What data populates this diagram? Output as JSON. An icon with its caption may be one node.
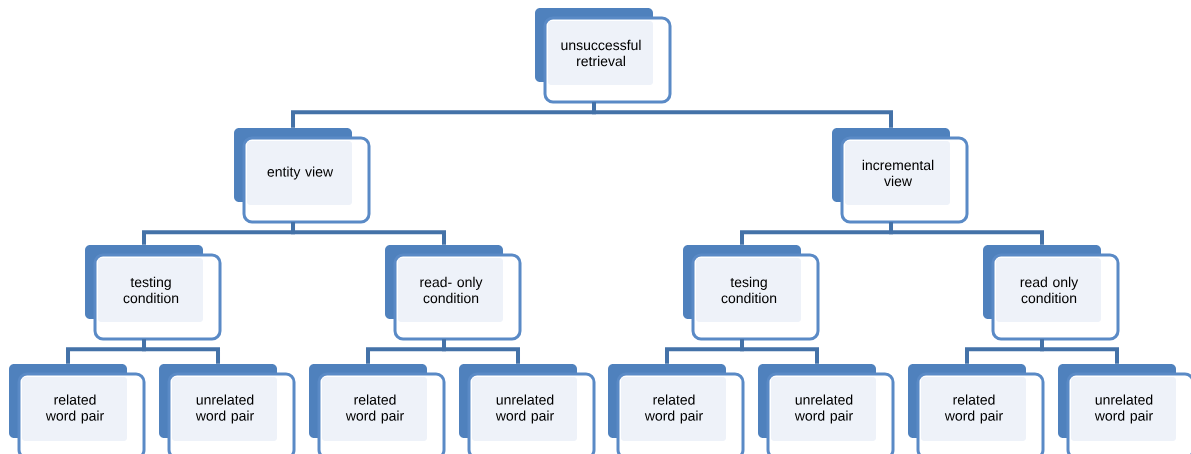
{
  "diagram": {
    "nodes": [
      {
        "text": [
          "unsuccessful retrieval"
        ]
      },
      {
        "text": [
          "entity view"
        ]
      },
      {
        "text": [
          "incremental view"
        ]
      },
      {
        "text": [
          "testing condition"
        ]
      },
      {
        "text": [
          "read- only condition"
        ]
      },
      {
        "text": [
          "tesing condition"
        ]
      },
      {
        "text": [
          "read only condition"
        ]
      },
      {
        "text": [
          "related word pair"
        ]
      },
      {
        "text": [
          "unrelated word pair"
        ]
      },
      {
        "text": [
          "related word pair"
        ]
      },
      {
        "text": [
          "unrelated word pair"
        ]
      },
      {
        "text": [
          "related word pair"
        ]
      },
      {
        "text": [
          "unrelated word pair"
        ]
      },
      {
        "text": [
          "related word pair"
        ]
      },
      {
        "text": [
          "unrelated word pair"
        ]
      }
    ],
    "edges": [
      {
        "from": 0,
        "to": 1,
        "arrow": "none"
      },
      {
        "from": 0,
        "to": 2,
        "arrow": "none"
      },
      {
        "from": 1,
        "to": 3,
        "arrow": "none"
      },
      {
        "from": 1,
        "to": 4,
        "arrow": "none"
      },
      {
        "from": 2,
        "to": 5,
        "arrow": "none"
      },
      {
        "from": 2,
        "to": 6,
        "arrow": "none"
      },
      {
        "from": 3,
        "to": 7,
        "arrow": "none"
      },
      {
        "from": 3,
        "to": 8,
        "arrow": "none"
      },
      {
        "from": 4,
        "to": 9,
        "arrow": "none"
      },
      {
        "from": 4,
        "to": 10,
        "arrow": "none"
      },
      {
        "from": 5,
        "to": 11,
        "arrow": "none"
      },
      {
        "from": 5,
        "to": 12,
        "arrow": "none"
      },
      {
        "from": 6,
        "to": 13,
        "arrow": "none"
      },
      {
        "from": 6,
        "to": 14,
        "arrow": "none"
      }
    ]
  }
}
